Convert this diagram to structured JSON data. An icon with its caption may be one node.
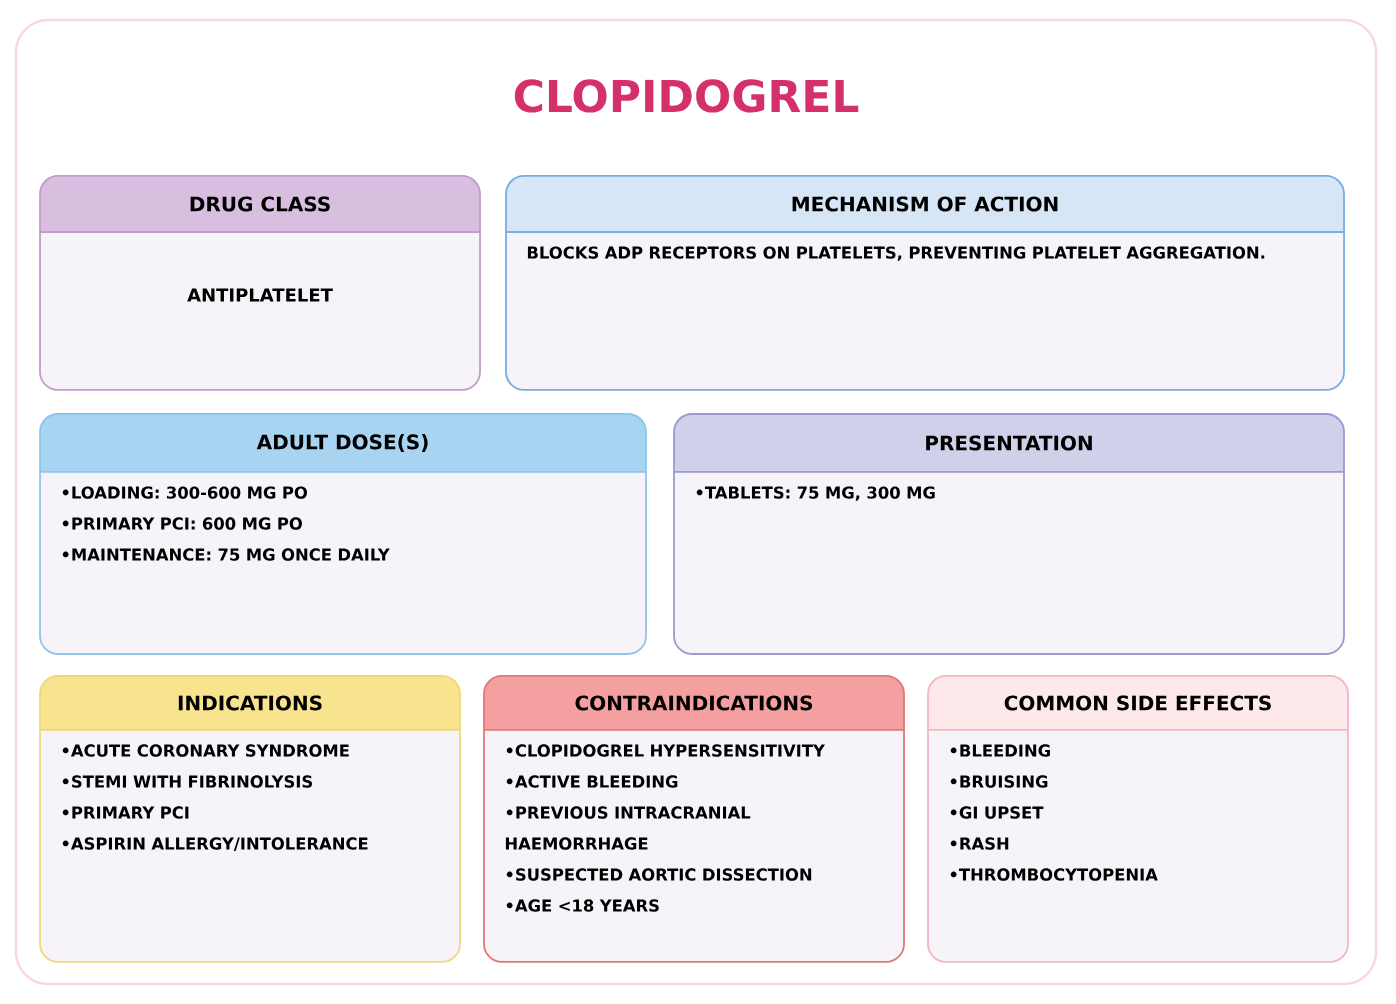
{
  "diagram": {
    "title": "CLOPIDOGREL",
    "nodes": [
      {
        "text": [
          "DRUG CLASS",
          "ANTIPLATELET"
        ]
      },
      {
        "text": [
          "MECHANISM OF ACTION",
          "BLOCKS ADP RECEPTORS ON PLATELETS, PREVENTING PLATELET AGGREGATION."
        ]
      },
      {
        "text": [
          "ADULT DOSE(S)",
          "•LOADING: 300-600 MG PO",
          "•PRIMARY PCI: 600 MG PO",
          "•MAINTENANCE: 75 MG ONCE DAILY"
        ]
      },
      {
        "text": [
          "PRESENTATION",
          "•TABLETS: 75 MG, 300 MG"
        ]
      },
      {
        "text": [
          "INDICATIONS",
          "•ACUTE CORONARY SYNDROME",
          "•STEMI WITH FIBRINOLYSIS",
          "•PRIMARY PCI",
          "•ASPIRIN ALLERGY/INTOLERANCE"
        ]
      },
      {
        "text": [
          "CONTRAINDICATIONS",
          "•CLOPIDOGREL HYPERSENSITIVITY",
          "•ACTIVE BLEEDING",
          "•PREVIOUS INTRACRANIAL HAEMORRHAGE",
          "•SUSPECTED AORTIC DISSECTION",
          "•AGE <18 YEARS"
        ]
      },
      {
        "text": [
          "COMMON SIDE EFFECTS",
          "•BLEEDING",
          "•BRUISING",
          "•GI UPSET",
          "•RASH",
          "•THROMBOCYTOPENIA"
        ]
      }
    ]
  }
}
